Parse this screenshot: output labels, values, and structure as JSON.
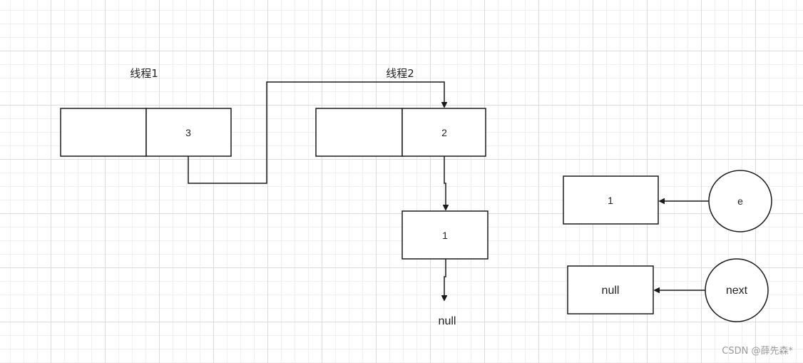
{
  "thread1": {
    "label": "线程1",
    "left_cell": "",
    "right_cell": "3"
  },
  "thread2": {
    "label": "线程2",
    "left_cell": "",
    "right_cell": "2"
  },
  "chain": {
    "node_value": "1",
    "terminal": "null"
  },
  "pointers": {
    "e": {
      "label": "e",
      "target_value": "1"
    },
    "next": {
      "label": "next",
      "target_value": "null"
    }
  },
  "watermark": "CSDN @薛先森*"
}
